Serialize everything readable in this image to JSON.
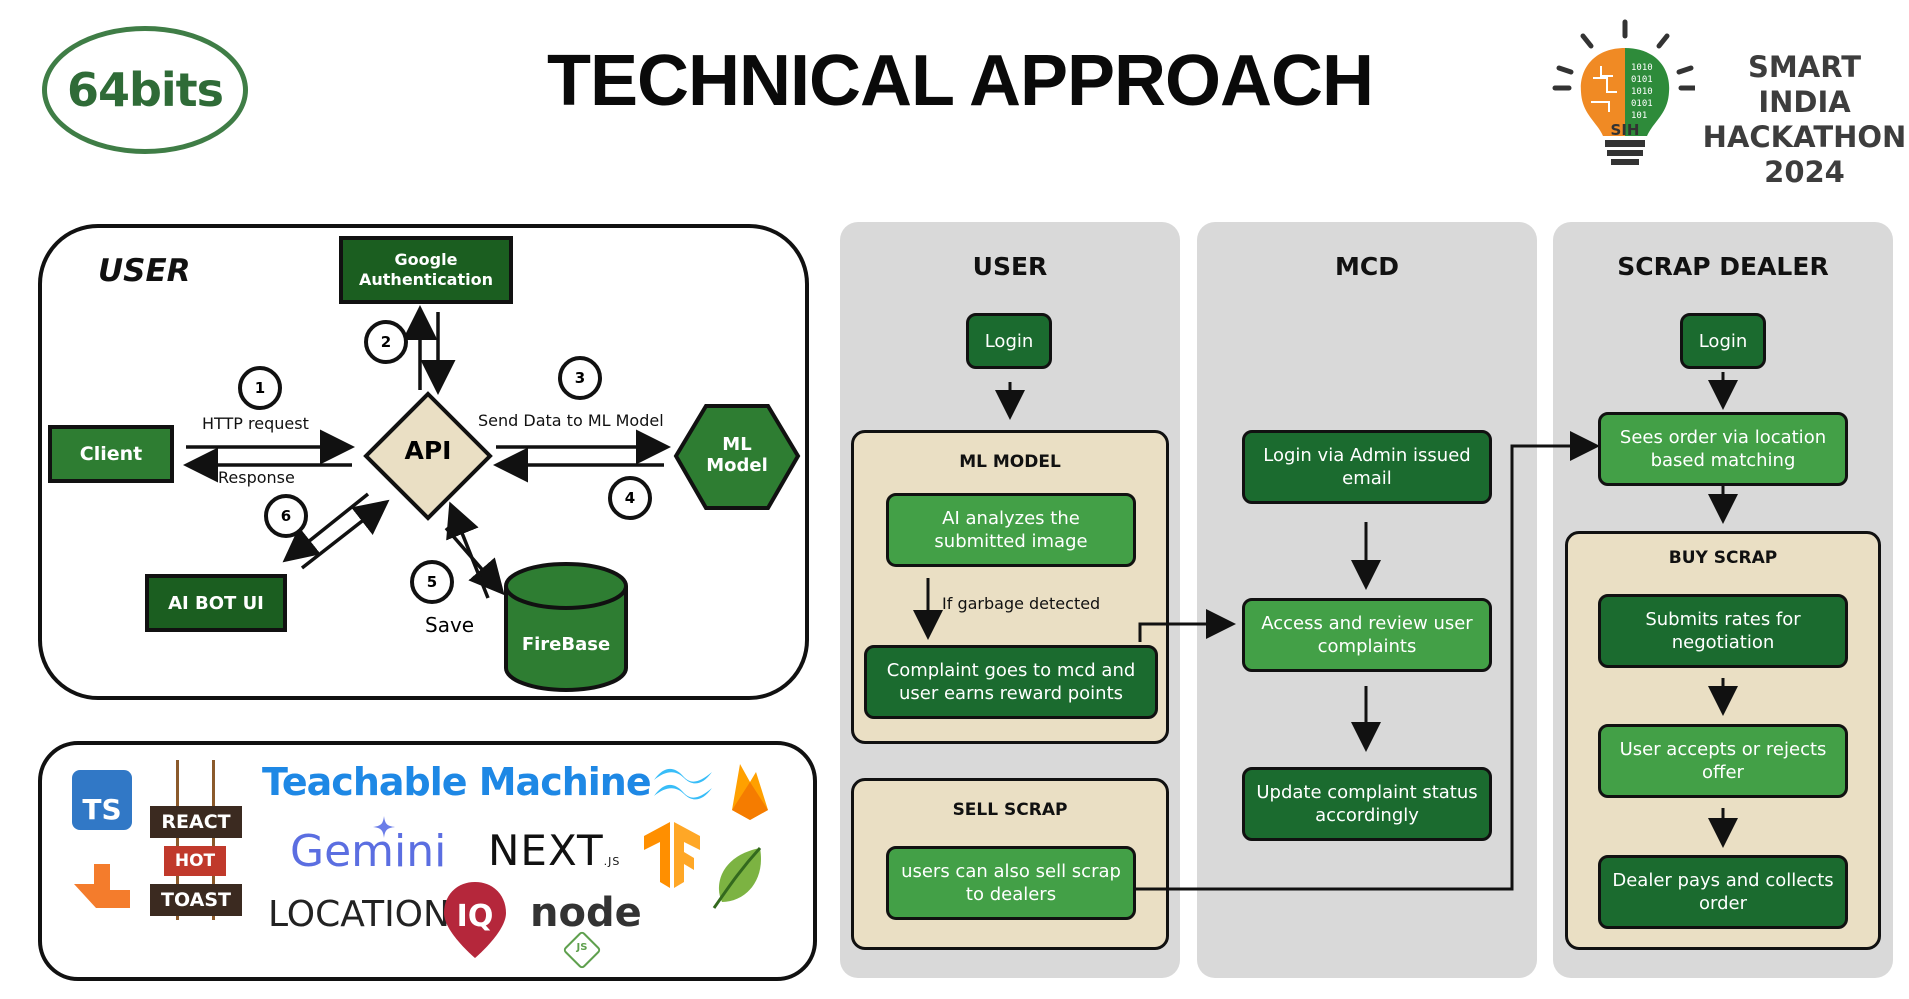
{
  "header": {
    "title": "TECHNICAL APPROACH",
    "team_logo": "64bits",
    "sih_lines": [
      "SMART INDIA",
      "HACKATHON",
      "2024"
    ],
    "sih_badge": "SIH"
  },
  "architecture": {
    "heading": "USER",
    "nodes": {
      "client": "Client",
      "api": "API",
      "google_auth_line1": "Google",
      "google_auth_line2": "Authentication",
      "ml_model_line1": "ML",
      "ml_model_line2": "Model",
      "ai_bot": "AI BOT UI",
      "firebase": "FireBase"
    },
    "edge_labels": {
      "http_request": "HTTP request",
      "response": "Response",
      "send_data": "Send Data to ML Model",
      "save": "Save"
    },
    "steps": [
      "1",
      "2",
      "3",
      "4",
      "5",
      "6"
    ]
  },
  "tech_stack": {
    "ts": "TS",
    "react_hot_toast": [
      "REACT",
      "HOT",
      "TOAST"
    ],
    "teachable_machine": "Teachable Machine",
    "gemini": "Gemini",
    "next": "NEXT",
    "next_suffix": ".JS",
    "location": "LOCATION",
    "location_iq": "IQ",
    "node": "node",
    "node_suffix": "JS"
  },
  "flow": {
    "user": {
      "title": "USER",
      "login": "Login",
      "ml_model_title": "ML MODEL",
      "ai_analyzes": "AI analyzes the submitted image",
      "if_garbage": "If garbage detected",
      "complaint": "Complaint goes to mcd and user earns reward points",
      "sell_scrap_title": "SELL SCRAP",
      "sell_scrap": "users can also sell scrap to dealers"
    },
    "mcd": {
      "title": "MCD",
      "login": "Login via Admin issued email",
      "access": "Access and review user complaints",
      "update": "Update complaint status accordingly"
    },
    "dealer": {
      "title": "SCRAP DEALER",
      "login": "Login",
      "sees_order": "Sees order via location based matching",
      "buy_scrap_title": "BUY SCRAP",
      "submits": "Submits rates for negotiation",
      "accepts": "User accepts or rejects offer",
      "pays": "Dealer pays and collects order"
    }
  },
  "colors": {
    "dark_green": "#1b6b2f",
    "light_green": "#43a047",
    "tan": "#eadfc4",
    "column_gray": "#d9d9d9",
    "api_fill": "#eadfc4"
  },
  "icons": [
    "brain-bulb-icon",
    "typescript-icon",
    "tailwind-icon",
    "firebase-icon",
    "tensorflow-icon",
    "leaf-icon",
    "location-pin-icon",
    "sparkle-icon"
  ]
}
